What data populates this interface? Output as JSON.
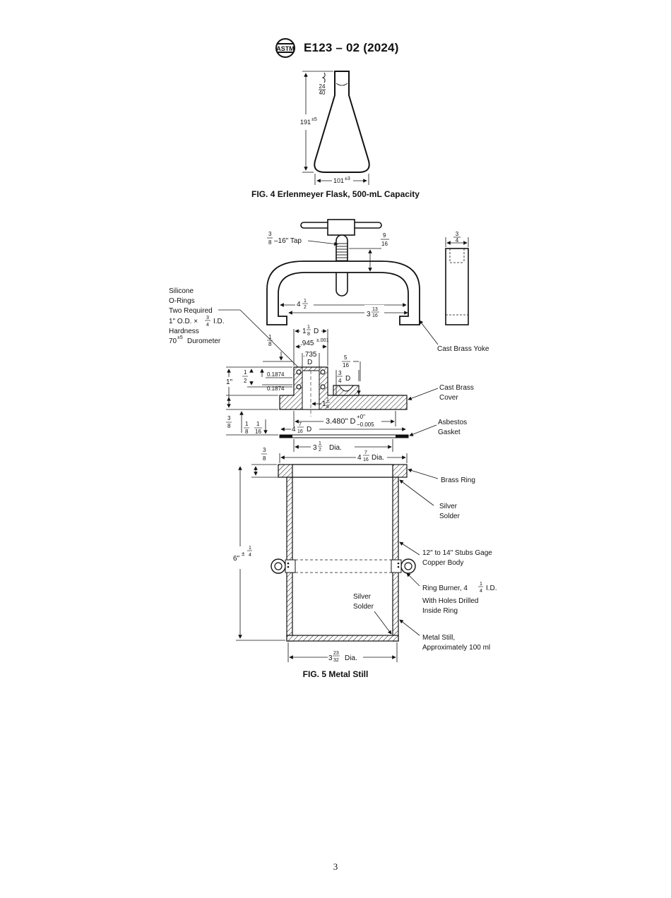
{
  "header": {
    "standard_code": "E123 – 02 (2024)",
    "logo_text": "ASTM"
  },
  "fig4": {
    "caption": "FIG. 4  Erlenmeyer Flask, 500-mL Capacity",
    "joint_num": "24",
    "joint_den": "40",
    "height_label": "191",
    "height_tol": "±5",
    "width_label": "101",
    "width_tol": "±3"
  },
  "fig5": {
    "caption": "FIG. 5  Metal Still",
    "labels": {
      "tap": "–16\" Tap",
      "tap_frac_num": "3",
      "tap_frac_den": "8",
      "yoke_depth_num": "9",
      "yoke_depth_den": "16",
      "yoke_width_num": "3",
      "yoke_width_den": "4",
      "yoke_inner_whole": "4",
      "yoke_inner_num": "1",
      "yoke_inner_den": "2",
      "yoke_outer_whole": "3",
      "yoke_outer_num": "13",
      "yoke_outer_den": "16",
      "oring_lines": [
        "Silicone",
        "O-Rings",
        "Two Required",
        "1\" O.D. ×",
        "I.D.",
        "Hardness",
        "70",
        "Durometer"
      ],
      "oring_id_num": "3",
      "oring_id_den": "4",
      "oring_hard_tol": "±5",
      "cast_brass_yoke": "Cast Brass Yoke",
      "d_1_1_8": "D",
      "d945": ".945",
      "d945_tol": "±.001",
      "d735": ".735",
      "d735_sub": "D",
      "one_eighth": "1",
      "half": "1",
      "one_inch": "1\"",
      "d01874a": "0.1874",
      "d01874b": "0.1874",
      "five_16_num": "5",
      "five_16_den": "16",
      "three_4_d": "D",
      "three_8": "3",
      "one_16": "1",
      "d3480": "3.480\" D",
      "d3480_tol_plus": "+0\"",
      "d3480_tol_minus": "−0.005",
      "cast_brass_cover": [
        "Cast Brass",
        "Cover"
      ],
      "d4_7_16": "D",
      "asbestos_gasket": [
        "Asbestos",
        "Gasket"
      ],
      "dia_3_1_2": "Dia.",
      "dia_4_7_16": "Dia.",
      "brass_ring": "Brass Ring",
      "silver_solder": [
        "Silver",
        "Solder"
      ],
      "height_6": "6\"",
      "height_6_tol": "±",
      "copper_body": [
        "12\" to 14\" Stubs Gage",
        "Copper Body"
      ],
      "ring_burner": [
        "Ring Burner, 4",
        "I.D.",
        "With Holes Drilled",
        "Inside Ring"
      ],
      "silver_solder_inner": [
        "Silver",
        "Solder"
      ],
      "metal_still": [
        "Metal Still,",
        "Approximately 100 ml"
      ],
      "dia_bottom": "Dia.",
      "dia_bottom_whole": "3",
      "dia_bottom_num": "23",
      "dia_bottom_den": "32"
    }
  },
  "page_number": "3"
}
